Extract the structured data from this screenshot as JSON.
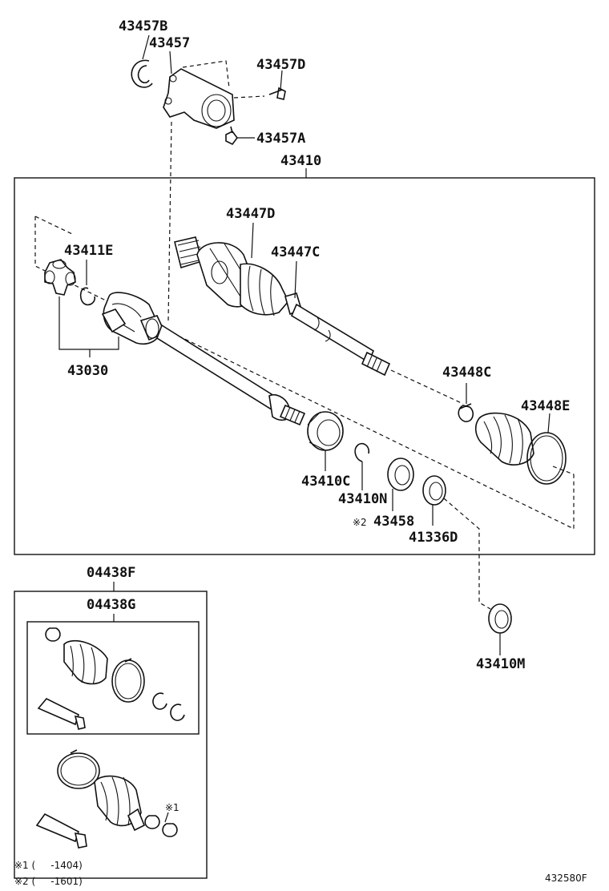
{
  "labels": {
    "p43457B": "43457B",
    "p43457": "43457",
    "p43457D": "43457D",
    "p43457A": "43457A",
    "p43410": "43410",
    "p43447D": "43447D",
    "p43447C": "43447C",
    "p43411E": "43411E",
    "p43030": "43030",
    "p43448C": "43448C",
    "p43448E": "43448E",
    "p43410C": "43410C",
    "p43410N": "43410N",
    "p43458": "43458",
    "p41336D": "41336D",
    "p43410M": "43410M",
    "p04438F": "04438F",
    "p04438G": "04438G"
  },
  "marks": {
    "ref2": "※2",
    "ref1": "※1"
  },
  "footnotes": [
    "※1 (     -1404)",
    "※2 (     -1601)"
  ],
  "figure_id": "432580F"
}
